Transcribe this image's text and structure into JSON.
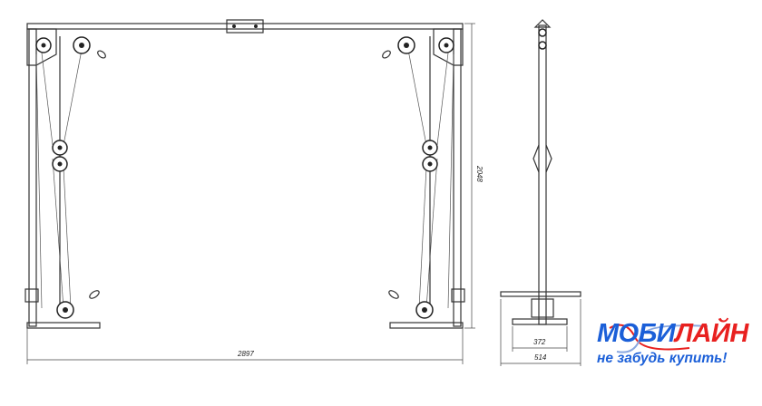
{
  "drawing": {
    "front_view": {
      "width_dimension": "2897",
      "height_dimension": "2048"
    },
    "side_view": {
      "inner_base_dimension": "372",
      "outer_base_dimension": "514"
    }
  },
  "logo": {
    "brand_part1": "МОБИ",
    "brand_part2": "ЛАЙН",
    "tagline": "не забудь купить!",
    "colors": {
      "blue": "#1b5fd8",
      "red": "#e8201f"
    }
  }
}
